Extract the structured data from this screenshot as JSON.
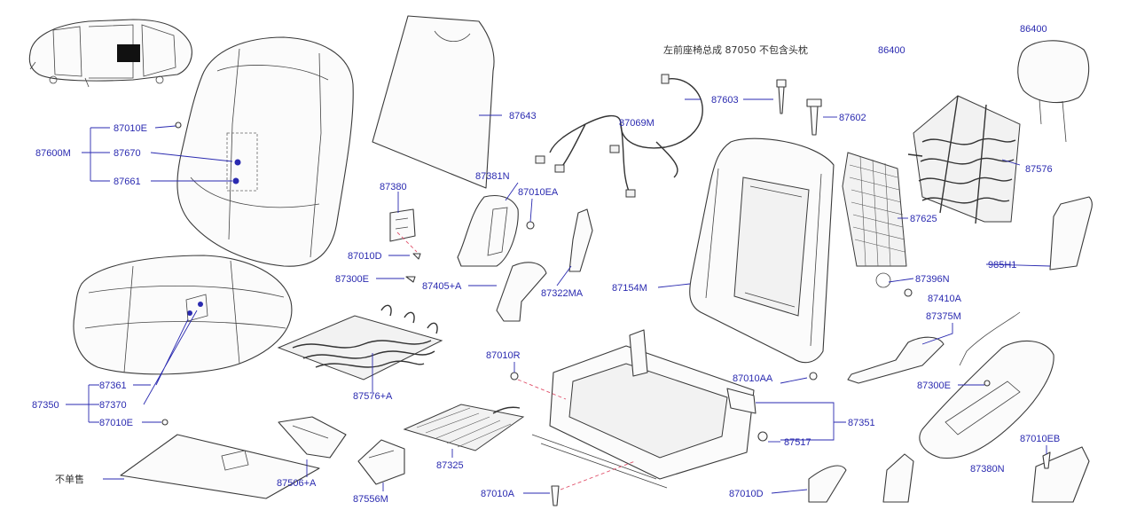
{
  "header_note": "左前座椅总成 87050 不包含头枕",
  "not_sold_separately": "不单售",
  "labels": {
    "p86400_top": "86400",
    "p86400_note": "86400",
    "p87010E_a": "87010E",
    "p87600M": "87600M",
    "p87670": "87670",
    "p87661": "87661",
    "p87643": "87643",
    "p87069M": "87069M",
    "p87603": "87603",
    "p87602": "87602",
    "p87576": "87576",
    "p87381N": "87381N",
    "p87010EA": "87010EA",
    "p87380": "87380",
    "p87010D_a": "87010D",
    "p87300E_a": "87300E",
    "p87405A": "87405+A",
    "p87322MA": "87322MA",
    "p87154M": "87154M",
    "p87625": "87625",
    "p985H1": "985H1",
    "p87396N": "87396N",
    "p87410A": "87410A",
    "p87375M": "87375M",
    "p87576A": "87576+A",
    "p87010R": "87010R",
    "p87010AA": "87010AA",
    "p87300E_b": "87300E",
    "p87361": "87361",
    "p87350": "87350",
    "p87370": "87370",
    "p87010E_b": "87010E",
    "p87351": "87351",
    "p87325": "87325",
    "p87517": "87517",
    "p87010EB": "87010EB",
    "p87380N": "87380N",
    "p87506A": "87506+A",
    "p87556M": "87556M",
    "p87010A": "87010A",
    "p87010D_b": "87010D"
  }
}
